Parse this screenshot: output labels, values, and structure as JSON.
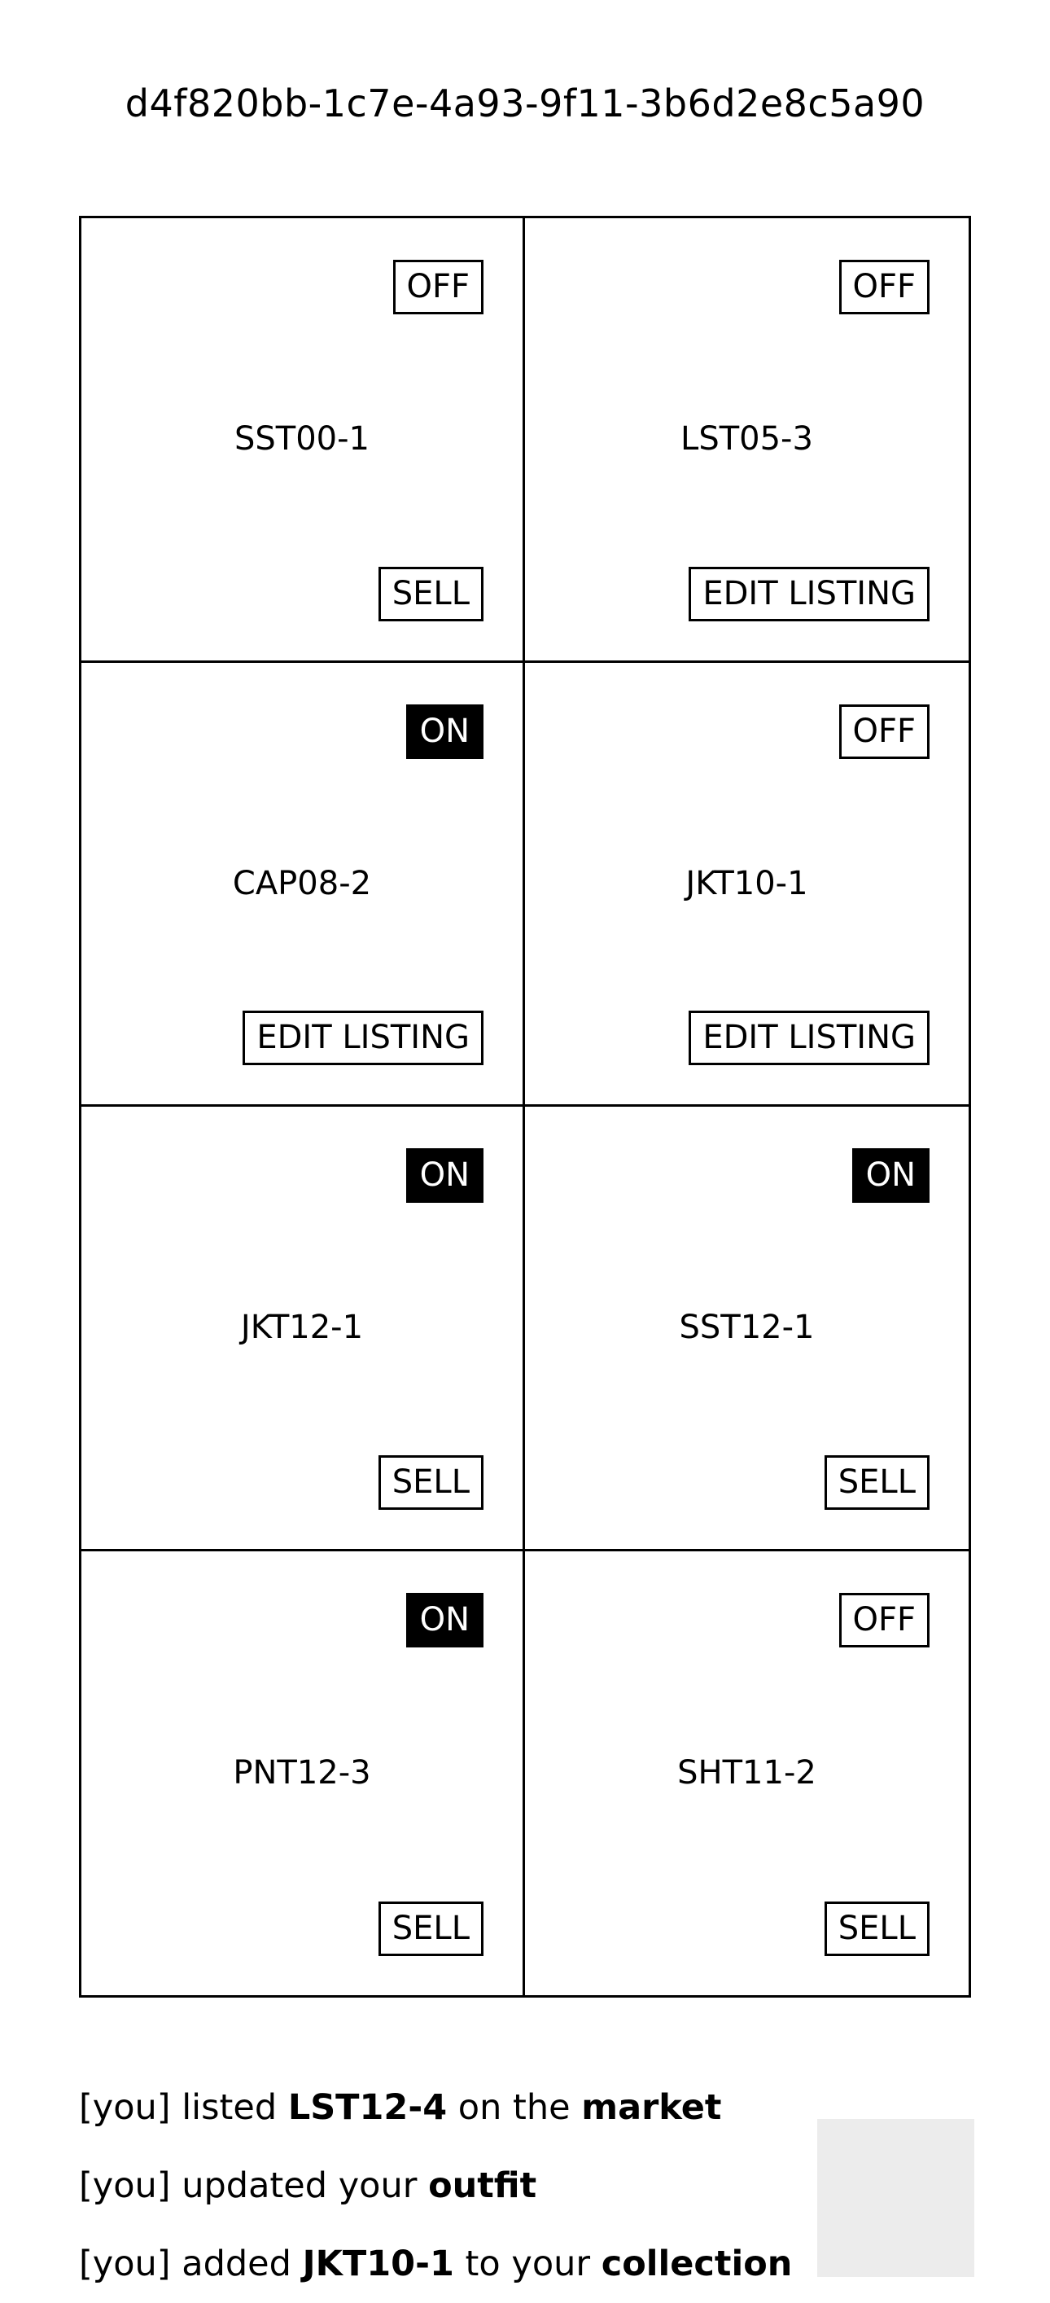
{
  "page": {
    "id_text": "d4f820bb-1c7e-4a93-9f11-3b6d2e8c5a90"
  },
  "grid": {
    "cells": [
      {
        "code": "SST00-1",
        "toggle": "OFF",
        "toggle_on": false,
        "action": "SELL"
      },
      {
        "code": "LST05-3",
        "toggle": "OFF",
        "toggle_on": false,
        "action": "EDIT LISTING"
      },
      {
        "code": "CAP08-2",
        "toggle": "ON",
        "toggle_on": true,
        "action": "EDIT LISTING"
      },
      {
        "code": "JKT10-1",
        "toggle": "OFF",
        "toggle_on": false,
        "action": "EDIT LISTING"
      },
      {
        "code": "JKT12-1",
        "toggle": "ON",
        "toggle_on": true,
        "action": "SELL"
      },
      {
        "code": "SST12-1",
        "toggle": "ON",
        "toggle_on": true,
        "action": "SELL"
      },
      {
        "code": "PNT12-3",
        "toggle": "ON",
        "toggle_on": true,
        "action": "SELL"
      },
      {
        "code": "SHT11-2",
        "toggle": "OFF",
        "toggle_on": false,
        "action": "SELL"
      }
    ]
  },
  "feed": {
    "items": [
      {
        "actor": "[you]",
        "verb": "listed",
        "subject": "LST12-4",
        "connector": "on the",
        "target": "market"
      },
      {
        "actor": "[you]",
        "verb": "updated your",
        "subject": "",
        "connector": "",
        "target": "outfit"
      },
      {
        "actor": "[you]",
        "verb": "added",
        "subject": "JKT10-1",
        "connector": "to your",
        "target": "collection"
      }
    ]
  },
  "colors": {
    "on_bg": "#000000",
    "off_bg": "#ffffff",
    "placeholder": "#ececec"
  }
}
